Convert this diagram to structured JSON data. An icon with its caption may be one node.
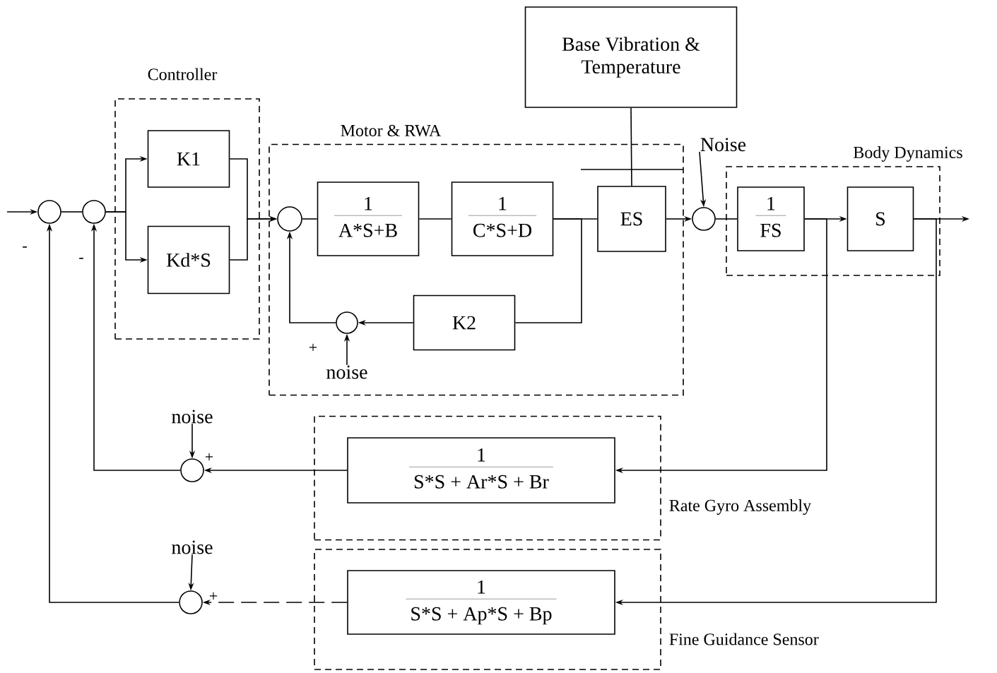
{
  "diagram": {
    "nodes": [
      {
        "text": [
          "Base Vibration & Temperature"
        ]
      },
      {
        "text": [
          "Controller"
        ]
      },
      {
        "text": [
          "K1"
        ],
        "in": 1
      },
      {
        "text": [
          "Kd*S"
        ],
        "in": 1
      },
      {
        "text": [
          "Motor & RWA"
        ]
      },
      {
        "text": [],
        "shape": "circle",
        "in": 4
      },
      {
        "text": [
          "1",
          "A*S+B"
        ],
        "in": 4
      },
      {
        "text": [
          "1",
          "C*S+D"
        ],
        "in": 4
      },
      {
        "text": [
          "ES"
        ],
        "in": 4
      },
      {
        "text": [
          "K2"
        ],
        "in": 4
      },
      {
        "text": [],
        "shape": "circle",
        "in": 4
      },
      {
        "text": [
          "noise"
        ],
        "in": 4
      },
      {
        "text": [
          "Noise"
        ]
      },
      {
        "text": [],
        "shape": "circle"
      },
      {
        "text": [
          "Body Dynamics"
        ]
      },
      {
        "text": [
          "1",
          "FS"
        ],
        "in": 14
      },
      {
        "text": [
          "S"
        ],
        "in": 14
      },
      {
        "text": [
          "Rate Gyro Assembly"
        ]
      },
      {
        "text": [
          "1",
          "S*S + Ar*S + Br"
        ],
        "in": 17
      },
      {
        "text": [
          "Fine Guidance Sensor"
        ]
      },
      {
        "text": [
          "1",
          "S*S + Ap*S + Bp"
        ],
        "in": 19
      },
      {
        "text": [],
        "shape": "circle"
      },
      {
        "text": [],
        "shape": "circle"
      },
      {
        "text": [
          "noise"
        ]
      },
      {
        "text": [],
        "shape": "circle"
      },
      {
        "text": [
          "noise"
        ]
      },
      {
        "text": [],
        "shape": "circle"
      }
    ],
    "edges": [
      {
        "from": null,
        "to": 21,
        "arrow": "to"
      },
      {
        "from": 21,
        "to": 22,
        "arrow": "none"
      },
      {
        "from": 22,
        "to": 2,
        "arrow": "to"
      },
      {
        "from": 22,
        "to": 3,
        "arrow": "to"
      },
      {
        "from": 2,
        "to": 5,
        "arrow": "to"
      },
      {
        "from": 3,
        "to": 5,
        "arrow": "to"
      },
      {
        "from": 5,
        "to": 6,
        "arrow": "none"
      },
      {
        "from": 6,
        "to": 7,
        "arrow": "none"
      },
      {
        "from": 7,
        "to": 8,
        "arrow": "none"
      },
      {
        "from": 8,
        "to": 13,
        "arrow": "to"
      },
      {
        "from": 13,
        "to": 15,
        "arrow": "none"
      },
      {
        "from": 15,
        "to": 16,
        "arrow": "to"
      },
      {
        "from": 16,
        "to": null,
        "arrow": "to"
      },
      {
        "from": 7,
        "to": 9,
        "arrow": "none"
      },
      {
        "from": 9,
        "to": 10,
        "arrow": "to"
      },
      {
        "from": 10,
        "to": 5,
        "arrow": "to"
      },
      {
        "from": 11,
        "to": 10,
        "arrow": "to"
      },
      {
        "from": 0,
        "to": 8,
        "arrow": "none"
      },
      {
        "from": 12,
        "to": 13,
        "arrow": "to"
      },
      {
        "from": 15,
        "to": 18,
        "arrow": "to"
      },
      {
        "from": 16,
        "to": 20,
        "arrow": "to"
      },
      {
        "from": 18,
        "to": 24,
        "arrow": "to"
      },
      {
        "from": 24,
        "to": 22,
        "arrow": "to"
      },
      {
        "from": 23,
        "to": 24,
        "arrow": "to"
      },
      {
        "from": 20,
        "to": 26,
        "arrow": "to",
        "style": "dashed"
      },
      {
        "from": 26,
        "to": 21,
        "arrow": "to"
      },
      {
        "from": 25,
        "to": 26,
        "arrow": "to"
      }
    ],
    "labels": [
      "-",
      "-",
      "+",
      "+",
      "+"
    ]
  }
}
